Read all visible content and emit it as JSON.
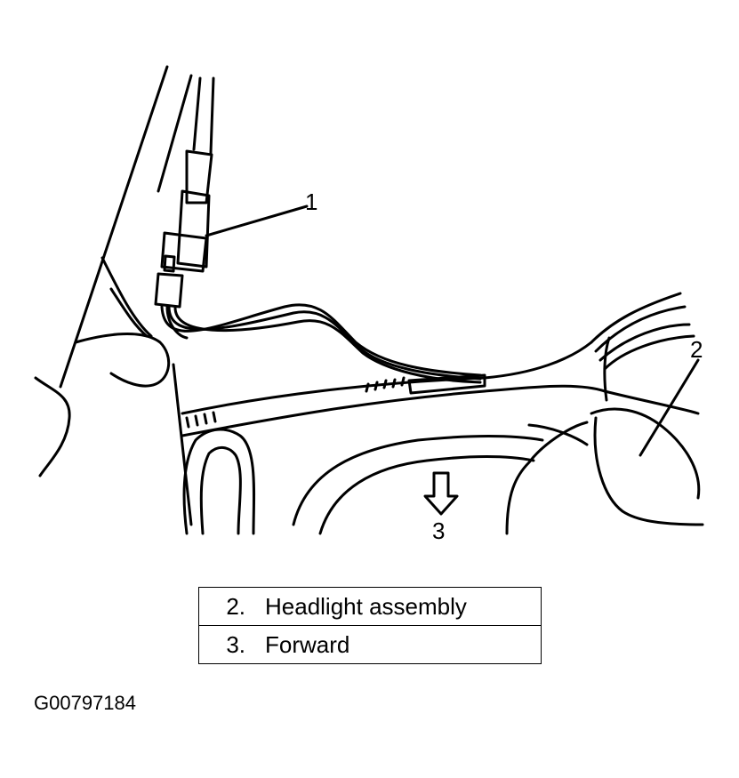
{
  "callouts": [
    "1",
    "2",
    "3"
  ],
  "legend": [
    {
      "number": "2.",
      "label": "Headlight assembly"
    },
    {
      "number": "3.",
      "label": "Forward"
    }
  ],
  "figure_id": "G00797184",
  "colors": {
    "ink": "#000000",
    "paper": "#ffffff"
  },
  "icons": [
    "forward-arrow-icon"
  ]
}
